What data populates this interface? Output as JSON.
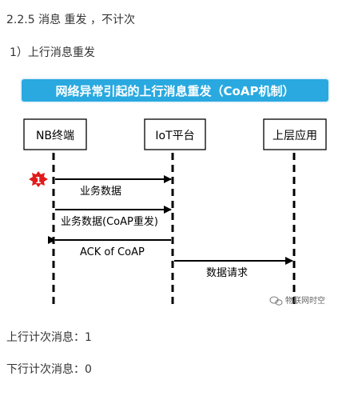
{
  "section_heading": "2.2.5 消息 重发 ，不计次",
  "subsection_heading": "1）上行消息重发",
  "diagram": {
    "banner_title": "网络异常引起的上行消息重发（CoAP机制）",
    "marker": "1",
    "actors": [
      {
        "label": "NB终端"
      },
      {
        "label": "IoT平台"
      },
      {
        "label": "上层应用"
      }
    ],
    "messages": [
      {
        "label": "业务数据"
      },
      {
        "label": "业务数据(CoAP重发)"
      },
      {
        "label": "ACK of CoAP"
      },
      {
        "label": "数据请求"
      }
    ],
    "watermark": "物联网时空",
    "colors": {
      "banner_fill": "#29a9e0",
      "banner_border": "#ffffff",
      "marker": "#e01b1b",
      "line": "#000000"
    }
  },
  "stats": {
    "uplink": "上行计次消息：1",
    "downlink": "下行计次消息：0"
  }
}
